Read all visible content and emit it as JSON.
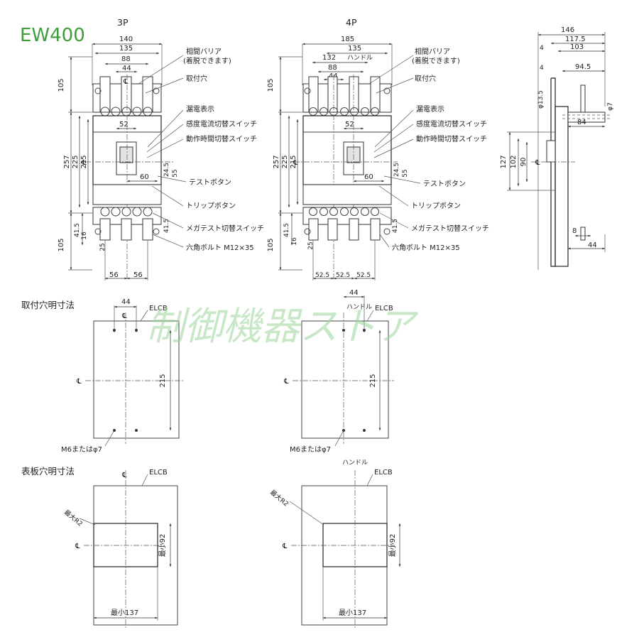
{
  "model": "EW400",
  "views": {
    "p3": {
      "title": "3P",
      "width_dims": [
        "140",
        "135",
        "88",
        "44"
      ],
      "bottom_dims": [
        "56",
        "56"
      ],
      "left_dims": [
        "105",
        "257",
        "225",
        "215",
        "105",
        "41.5",
        "16",
        "25"
      ],
      "inner_dims": [
        "52",
        "60",
        "24.5",
        "55",
        "41.5"
      ]
    },
    "p4": {
      "title": "4P",
      "width_dims": [
        "185",
        "135",
        "132",
        "88",
        "44"
      ],
      "handle_label": "ハンドル",
      "bottom_dims": [
        "52.5",
        "52.5",
        "52.5"
      ],
      "left_dims": [
        "105",
        "257",
        "225",
        "215",
        "105",
        "41.5",
        "16",
        "25"
      ],
      "inner_dims": [
        "52",
        "60",
        "24.5",
        "55",
        "41.5"
      ]
    },
    "side": {
      "top_dims": [
        "146",
        "117.5",
        "103",
        "94.5"
      ],
      "left_small": [
        "4",
        "4"
      ],
      "dims": [
        "φ13.5",
        "φ7",
        "84",
        "127",
        "102",
        "90",
        "8",
        "44"
      ]
    }
  },
  "callouts": {
    "phase_barrier": "相間バリア",
    "phase_barrier_note": "(着脱できます)",
    "mounting_hole": "取付穴",
    "leak_indicator": "漏電表示",
    "sensitivity_switch": "感度電流切替スイッチ",
    "operating_time_switch": "動作時間切替スイッチ",
    "test_button": "テストボタン",
    "trip_button": "トリップボタン",
    "megatest_switch": "メガテスト切替スイッチ",
    "hex_bolt": "六角ボルト M12×35"
  },
  "mounting": {
    "title": "取付穴明寸法",
    "dim_44": "44",
    "dim_215": "215",
    "elcb": "ELCB",
    "handle": "ハンドル",
    "hole": "M6またはφ7"
  },
  "panel": {
    "title": "表板穴明寸法",
    "elcb": "ELCB",
    "handle": "ハンドル",
    "radius": "最大R2",
    "min92": "最小92",
    "min137": "最小137"
  },
  "watermark": "制御機器ストア"
}
